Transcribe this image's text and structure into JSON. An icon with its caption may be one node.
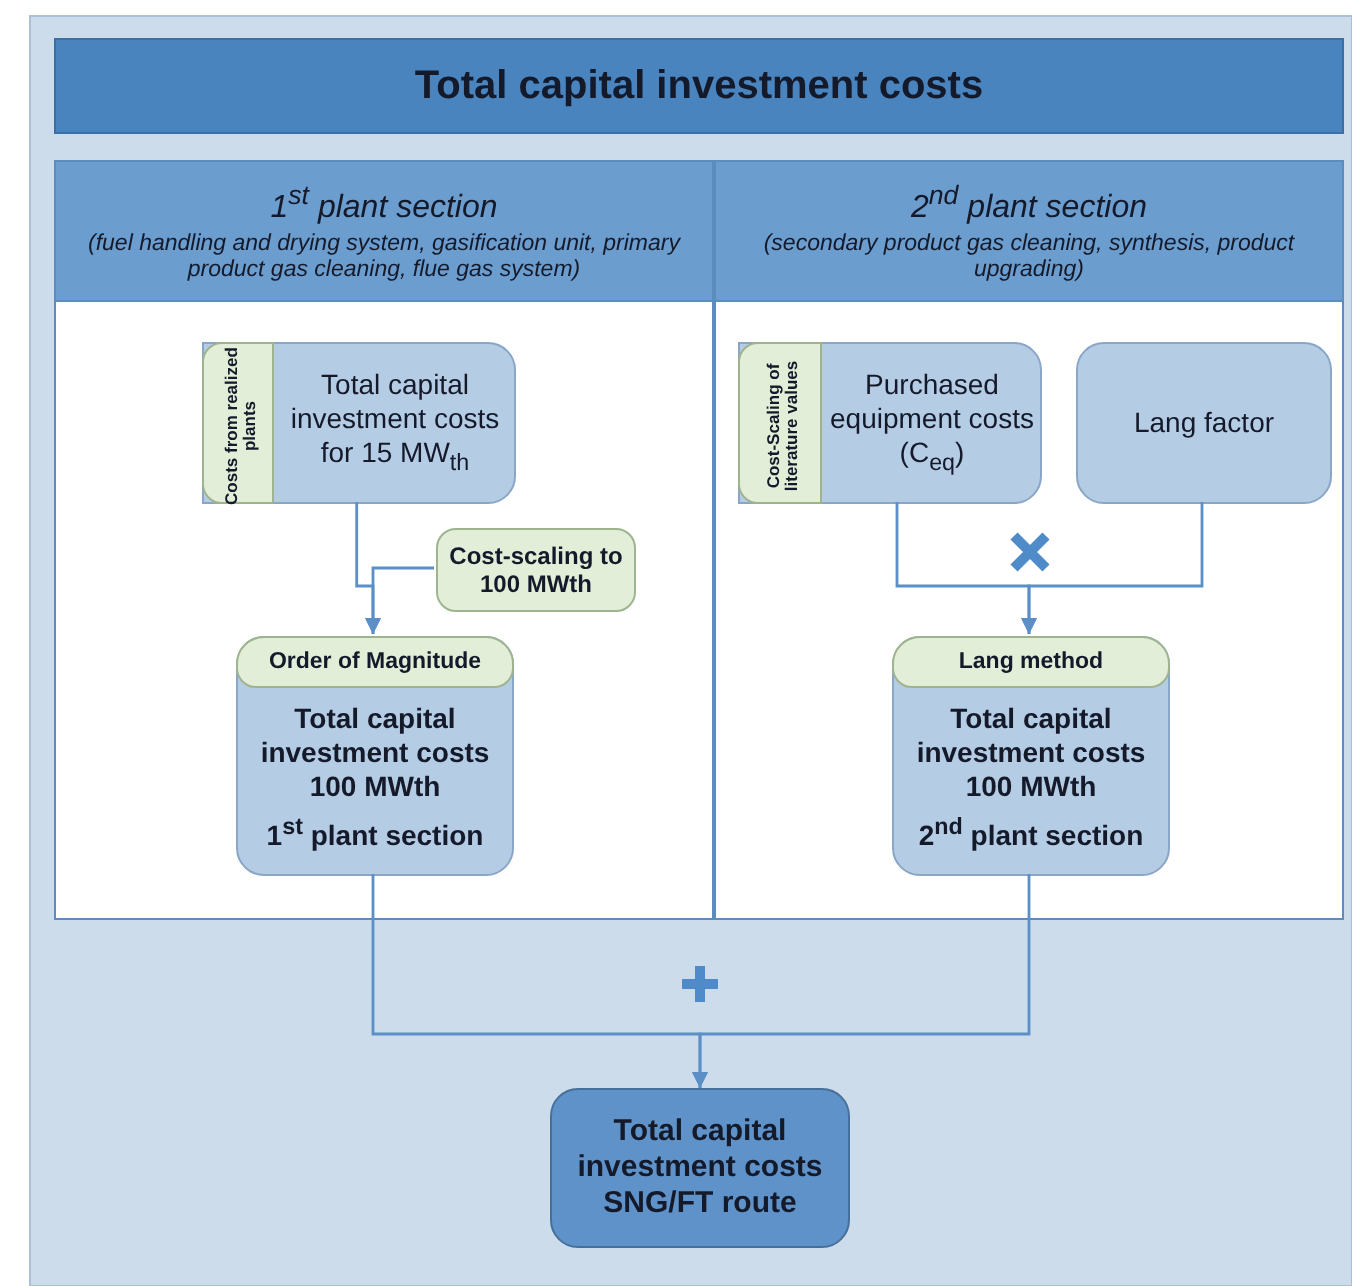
{
  "diagram": {
    "title": "Total capital investment costs",
    "nodes": [
      {
        "text": [
          "1$^{st}$ plant section",
          "(fuel handling and drying system, gasification unit, primary product gas cleaning, flue gas system)"
        ]
      },
      {
        "text": [
          "2$^{nd}$ plant section",
          "(secondary product gas cleaning, synthesis, product upgrading)"
        ]
      },
      {
        "text": [
          "Costs from realized plants",
          "Total capital investment costs for 15 MW$_{th}$"
        ],
        "in": 0
      },
      {
        "text": [
          "Cost-scaling to 100 MWth"
        ],
        "in": 0
      },
      {
        "text": [
          "Order of Magnitude",
          "Total capital investment costs 100 MWth",
          "1$^{st}$ plant section"
        ],
        "in": 0
      },
      {
        "text": [
          "Cost-Scaling of literature values",
          "Purchased equipment costs (C$_{eq}$)"
        ],
        "in": 1
      },
      {
        "text": [
          "Lang factor"
        ],
        "in": 1
      },
      {
        "text": [
          "Lang method",
          "Total capital investment costs 100 MWth",
          "2$^{nd}$ plant section"
        ],
        "in": 1
      },
      {
        "text": [
          "Total capital investment costs SNG/FT route"
        ]
      }
    ],
    "edges": [
      {
        "from": 2,
        "to": 4,
        "arrow": "to"
      },
      {
        "from": 3,
        "to": 4,
        "arrow": "to"
      },
      {
        "from": 5,
        "to": 7,
        "arrow": "to"
      },
      {
        "from": 6,
        "to": 7,
        "arrow": "to"
      },
      {
        "from": 4,
        "to": 8,
        "arrow": "to"
      },
      {
        "from": 7,
        "to": 8,
        "arrow": "to"
      }
    ]
  }
}
